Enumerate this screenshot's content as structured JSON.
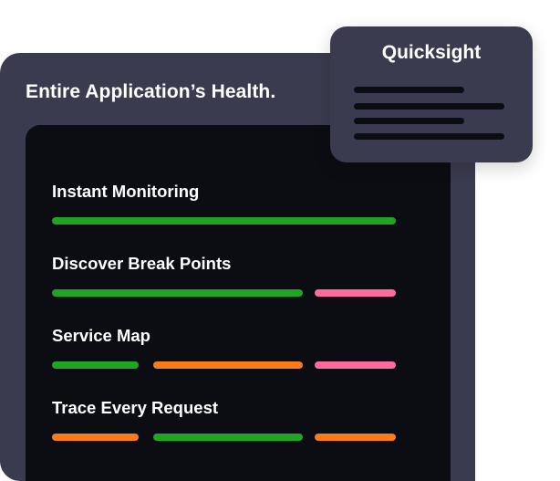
{
  "app": {
    "title": "Entire Application’s Health."
  },
  "quicksight": {
    "title": "Quicksight"
  },
  "colors": {
    "green": "#1fa424",
    "pink": "#ff6b9a",
    "orange": "#fb7a1a",
    "card": "#3b3b4f",
    "panel": "#0b0d12"
  },
  "features": [
    {
      "label": "Instant Monitoring",
      "bars": [
        "green"
      ]
    },
    {
      "label": "Discover Break Points",
      "bars": [
        "green",
        "pink"
      ]
    },
    {
      "label": "Service Map",
      "bars": [
        "green",
        "orange",
        "pink"
      ]
    },
    {
      "label": "Trace Every Request",
      "bars": [
        "orange",
        "green",
        "orange"
      ]
    }
  ]
}
